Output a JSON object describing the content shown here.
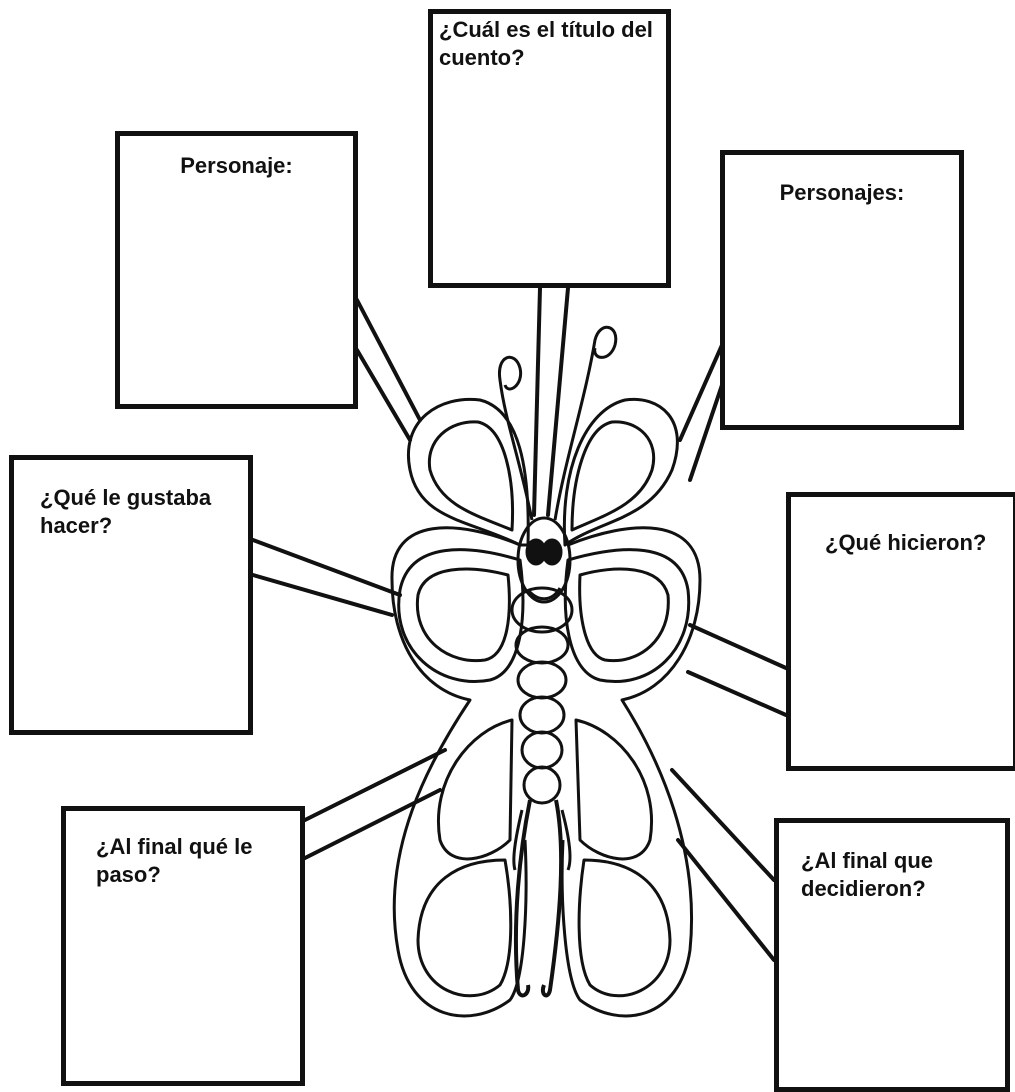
{
  "worksheet": {
    "boxes": {
      "title_question": "¿Cuál es el título del\ncuento?",
      "character": "Personaje:",
      "characters": "Personajes:",
      "liked_to_do": "¿Qué le gustaba\nhacer?",
      "what_they_did": "¿Qué hicieron?",
      "what_happened_end": "¿Al final qué le\npaso?",
      "what_they_decided": "¿Al final que\ndecidieron?"
    }
  },
  "colors": {
    "ink": "#111111",
    "paper": "#ffffff"
  },
  "illustration": {
    "icon": "butterfly-icon"
  }
}
